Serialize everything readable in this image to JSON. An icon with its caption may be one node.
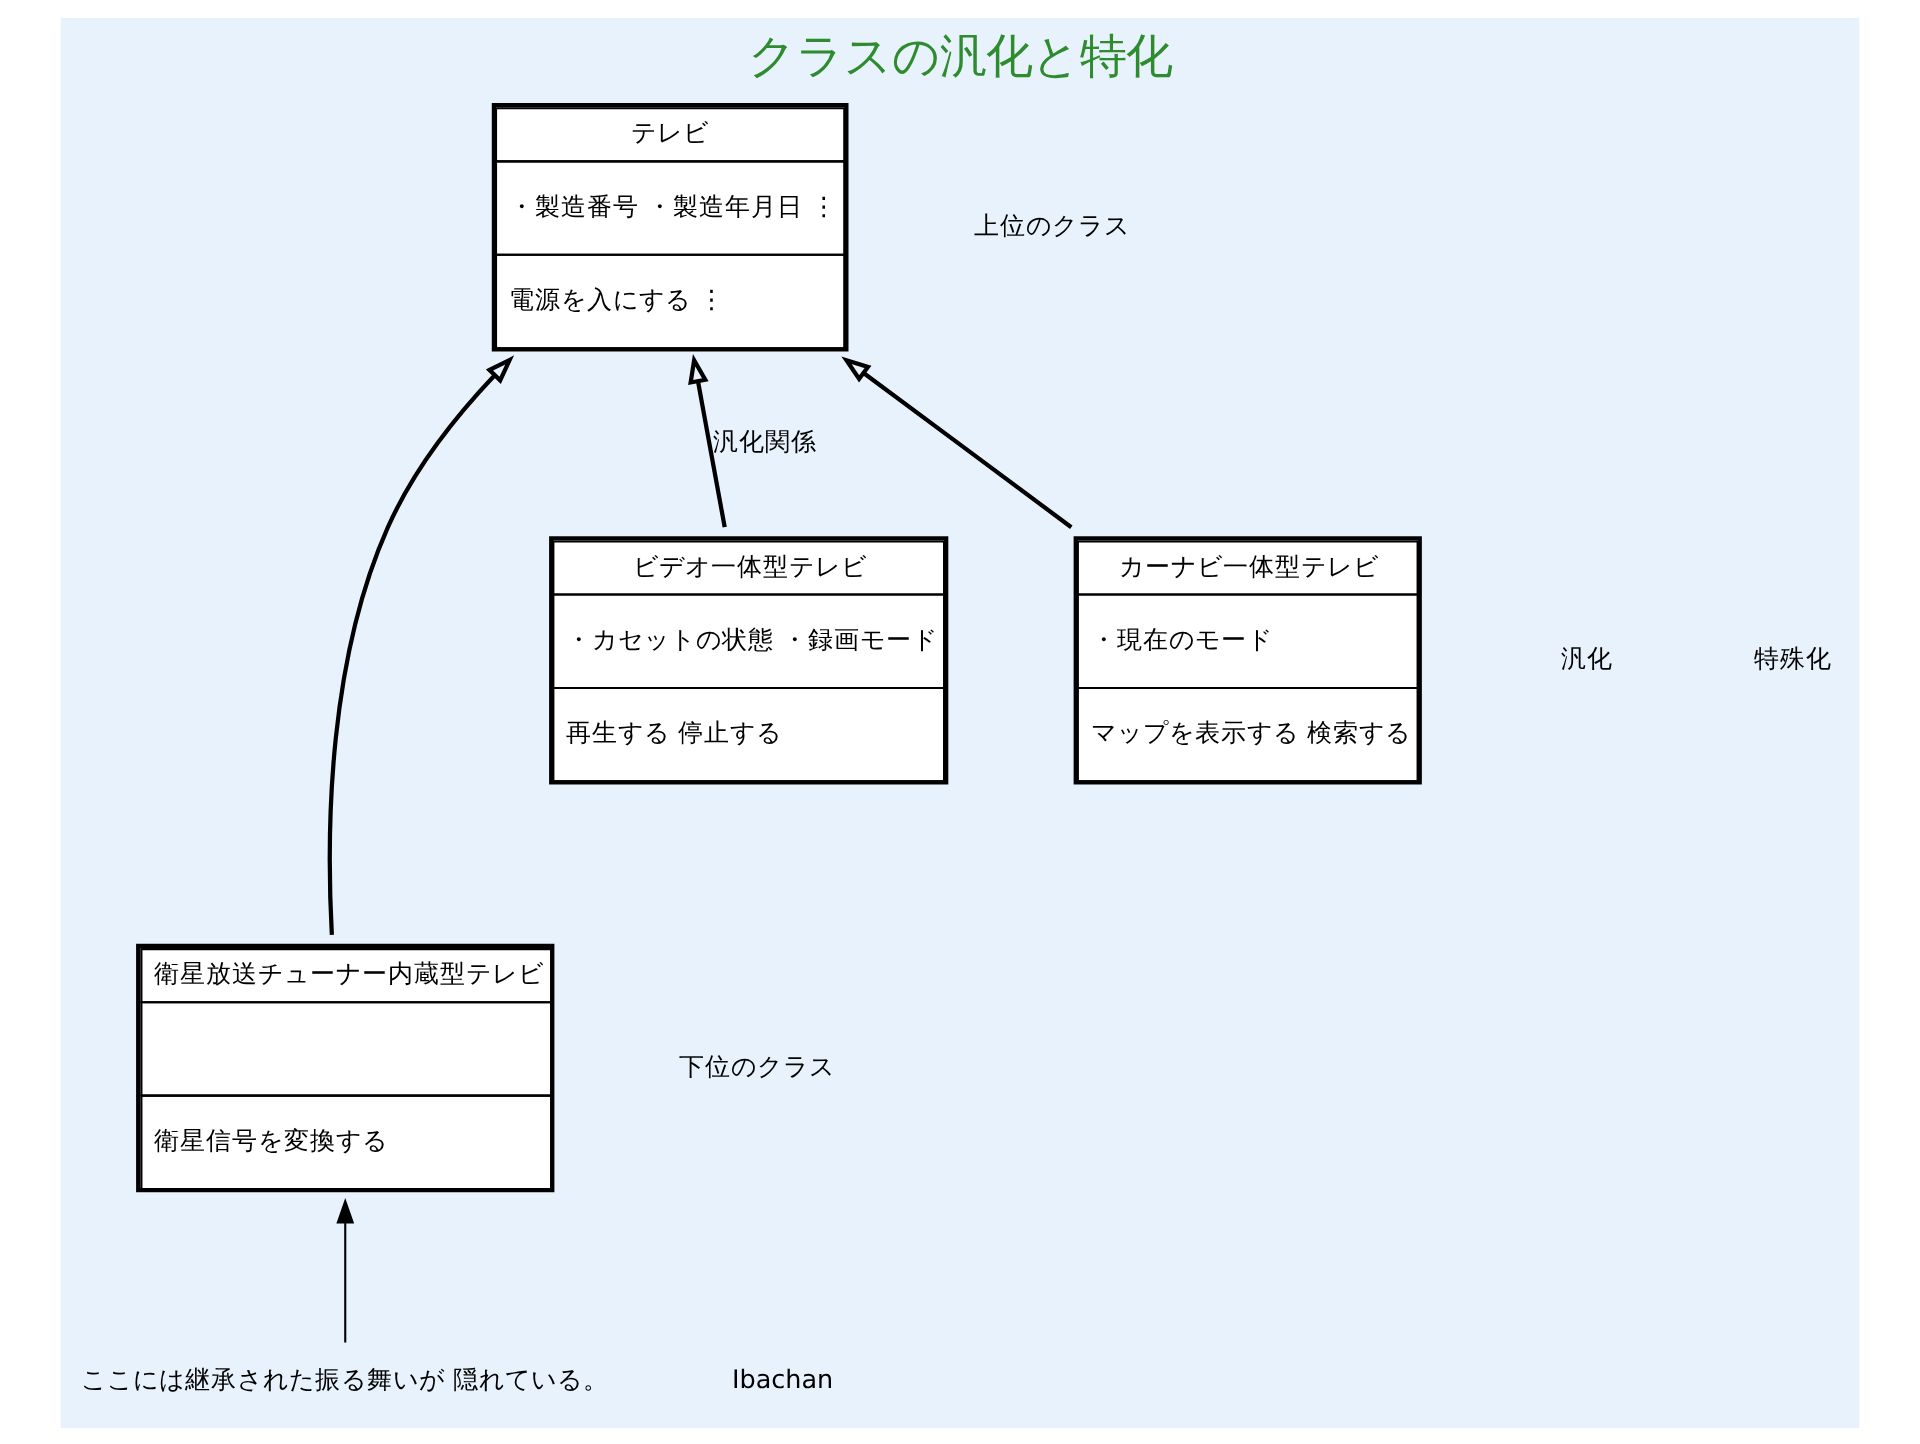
{
  "diagram": {
    "title": "クラスの汎化と特化",
    "nodes": [
      {
        "text": [
          "テレビ",
          "・製造番号 ・製造年月日 ⋮",
          "電源を入にする ⋮"
        ]
      },
      {
        "text": [
          "衛星放送チューナー内蔵型テレビ",
          "衛星信号を変換する"
        ]
      },
      {
        "text": [
          "ビデオ一体型テレビ",
          "・カセットの状態 ・録画モード",
          "再生する 停止する"
        ]
      },
      {
        "text": [
          "カーナビ一体型テレビ",
          "・現在のモード",
          "マップを表示する 検索する"
        ]
      },
      {
        "text": [
          "ここには継承された振る舞いが 隠れている。"
        ]
      }
    ],
    "edges": [
      {
        "from": 1,
        "to": 0,
        "arrow": "to"
      },
      {
        "from": 2,
        "to": 0,
        "arrow": "to",
        "label": "汎化関係"
      },
      {
        "from": 3,
        "to": 0,
        "arrow": "to"
      },
      {
        "from": 4,
        "to": 1,
        "arrow": "to"
      }
    ],
    "labels": [
      "上位のクラス",
      "汎化",
      "特殊化",
      "下位のクラス",
      "Ibachan"
    ]
  }
}
